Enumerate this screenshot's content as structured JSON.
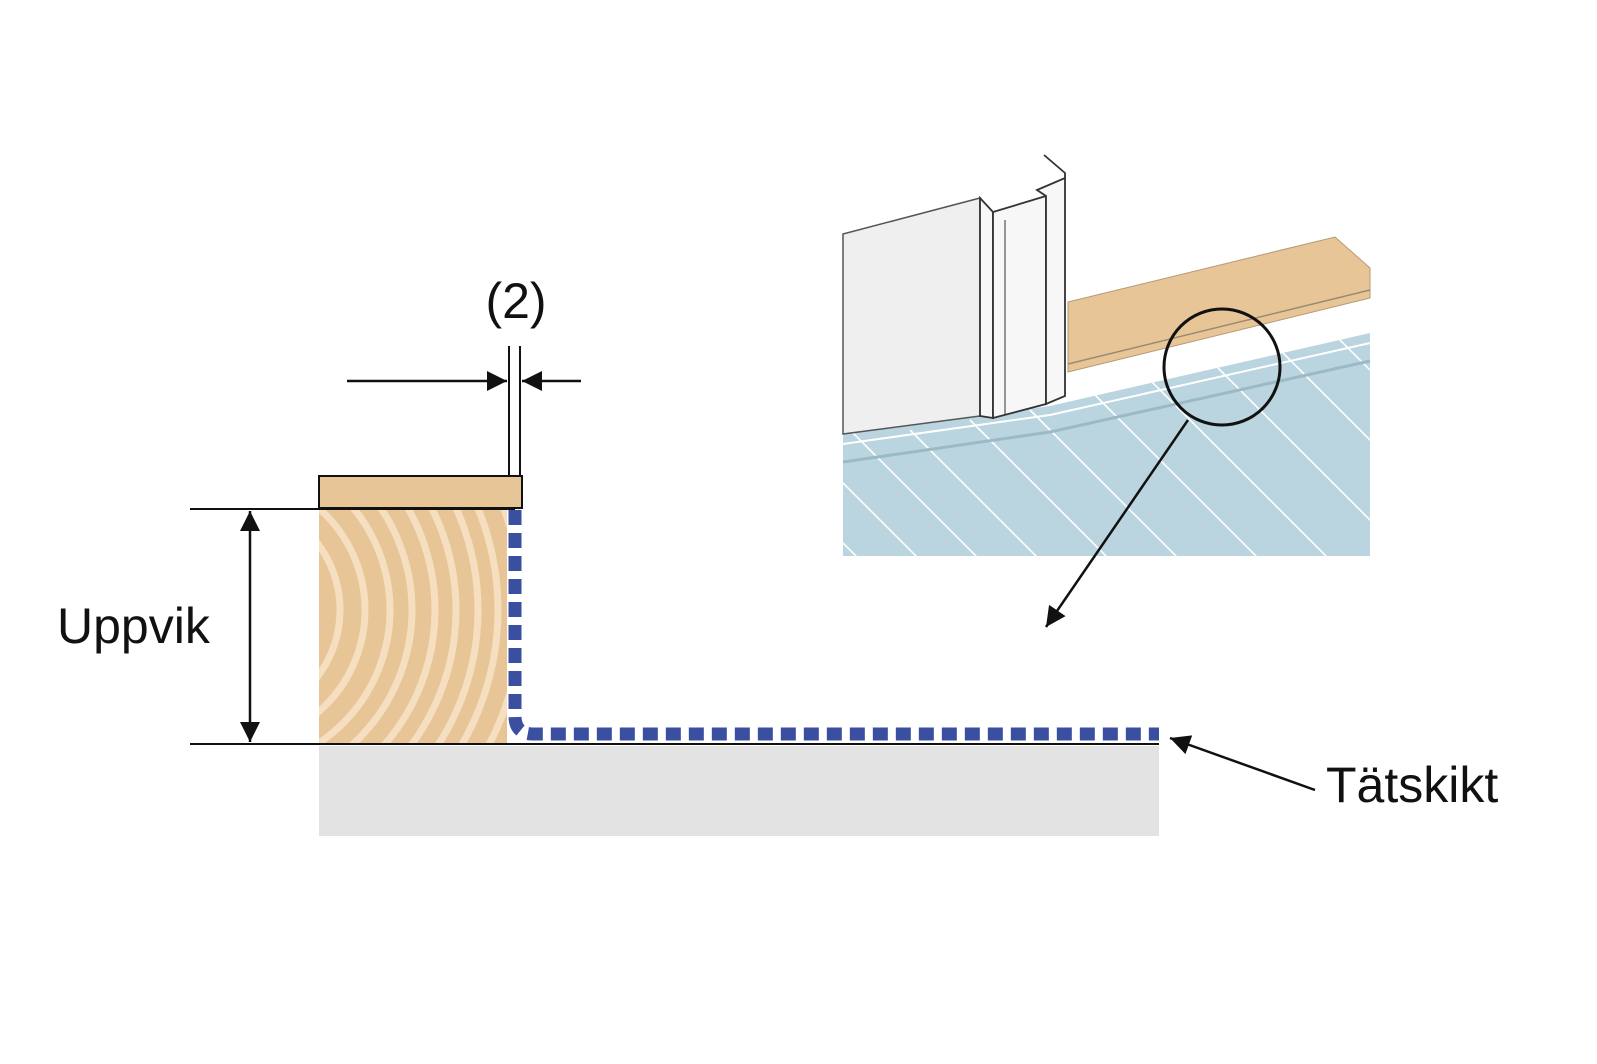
{
  "labels": {
    "gap": "(2)",
    "height": "Uppvik",
    "membrane": "Tätskikt"
  },
  "colors": {
    "wood": "#e8c596",
    "wood_grain": "#f5dfc0",
    "floor": "#e3e3e3",
    "membrane": "#3a4fa0",
    "tile": "#bad5df",
    "wall": "#f0f0f0",
    "line": "#111111"
  }
}
